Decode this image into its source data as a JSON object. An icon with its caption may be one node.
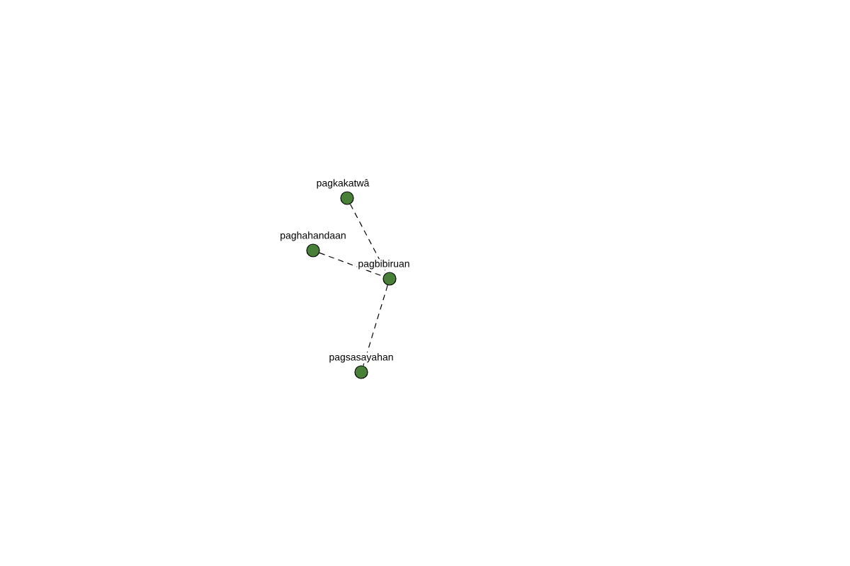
{
  "diagram": {
    "nodes": [
      {
        "text": [
          "pagkakatwâ"
        ]
      },
      {
        "text": [
          "paghahandaan"
        ]
      },
      {
        "text": [
          "pagbibiruan"
        ]
      },
      {
        "text": [
          "pagsasayahan"
        ]
      }
    ],
    "edges": [
      {
        "from": 0,
        "to": 2,
        "arrow": "none",
        "style": "dashed"
      },
      {
        "from": 1,
        "to": 2,
        "arrow": "none",
        "style": "dashed"
      },
      {
        "from": 2,
        "to": 3,
        "arrow": "none",
        "style": "dashed"
      }
    ]
  }
}
